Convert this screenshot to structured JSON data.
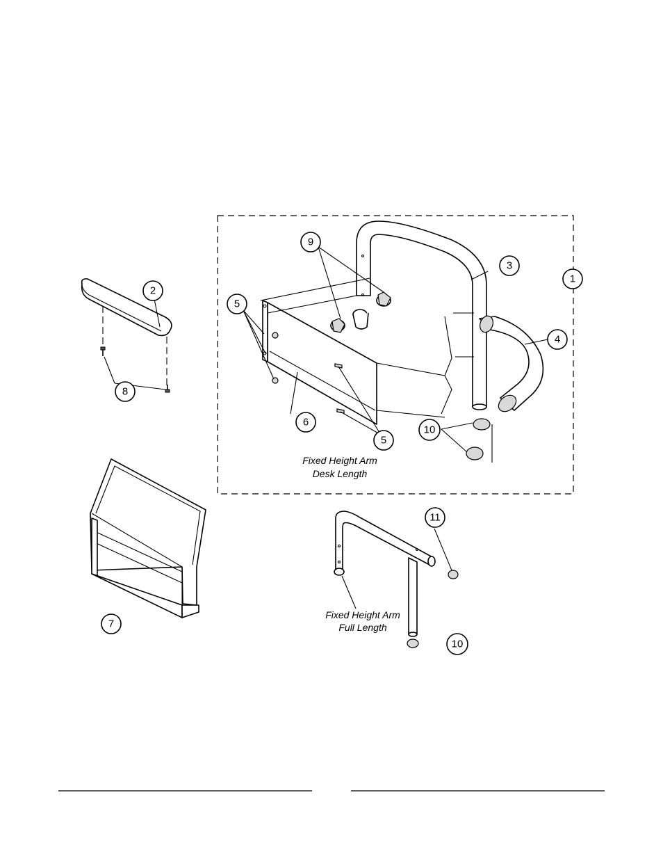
{
  "callouts": [
    {
      "id": "c1",
      "label": "1"
    },
    {
      "id": "c2",
      "label": "2"
    },
    {
      "id": "c3",
      "label": "3"
    },
    {
      "id": "c4",
      "label": "4"
    },
    {
      "id": "c5a",
      "label": "5"
    },
    {
      "id": "c5b",
      "label": "5"
    },
    {
      "id": "c6",
      "label": "6"
    },
    {
      "id": "c7",
      "label": "7"
    },
    {
      "id": "c8",
      "label": "8"
    },
    {
      "id": "c9",
      "label": "9"
    },
    {
      "id": "c10a",
      "label": "10"
    },
    {
      "id": "c10b",
      "label": "10"
    },
    {
      "id": "c11",
      "label": "11"
    }
  ],
  "captions": {
    "desk_line1": "Fixed Height Arm",
    "desk_line2": "Desk Length",
    "full_line1": "Fixed Height Arm",
    "full_line2": "Full Length"
  }
}
